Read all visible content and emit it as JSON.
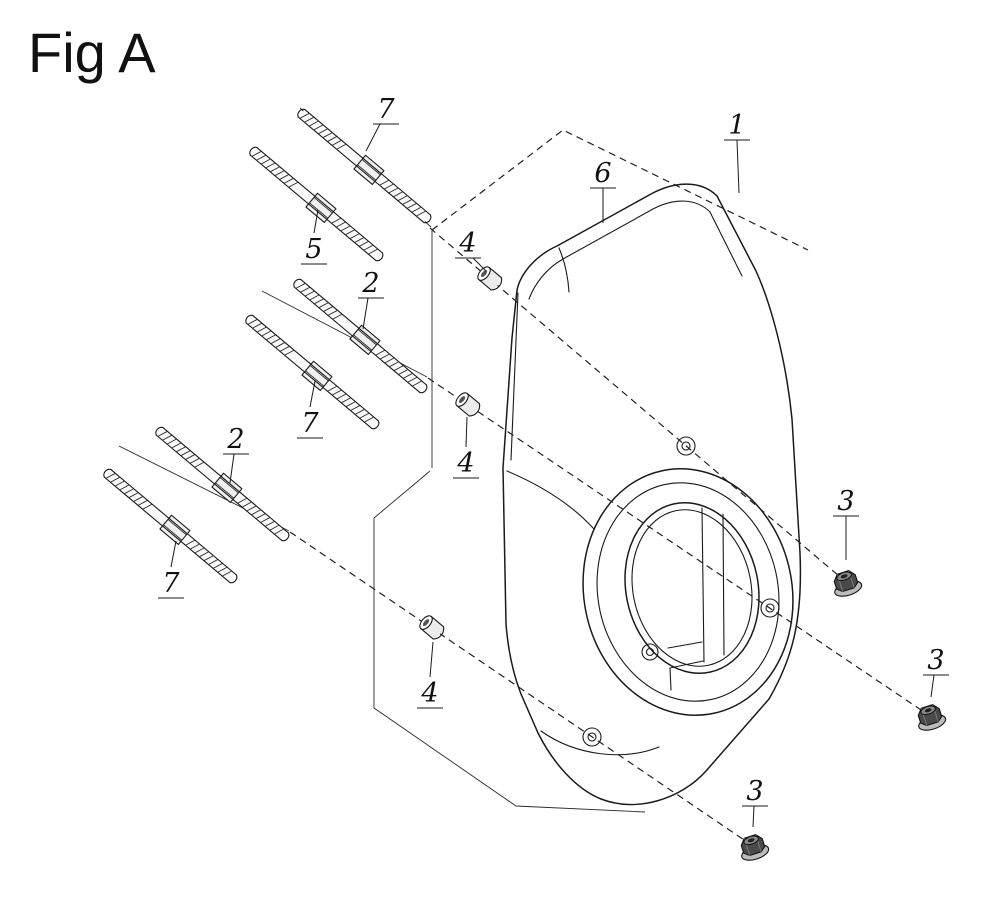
{
  "title": "Fig A",
  "diagram": {
    "type": "exploded-parts-diagram",
    "callouts": [
      {
        "id": "callout-7-top",
        "text": "7"
      },
      {
        "id": "callout-5",
        "text": "5"
      },
      {
        "id": "callout-2-upper",
        "text": "2"
      },
      {
        "id": "callout-4-upper",
        "text": "4"
      },
      {
        "id": "callout-7-middle",
        "text": "7"
      },
      {
        "id": "callout-2-lower",
        "text": "2"
      },
      {
        "id": "callout-4-middle",
        "text": "4"
      },
      {
        "id": "callout-7-bottom",
        "text": "7"
      },
      {
        "id": "callout-4-lower",
        "text": "4"
      },
      {
        "id": "callout-6",
        "text": "6"
      },
      {
        "id": "callout-1",
        "text": "1"
      },
      {
        "id": "callout-3-upper",
        "text": "3"
      },
      {
        "id": "callout-3-middle",
        "text": "3"
      },
      {
        "id": "callout-3-lower",
        "text": "3"
      }
    ],
    "colors": {
      "line": "#1a1a1a",
      "background": "#ffffff",
      "shade": "#4a4a4a"
    }
  }
}
